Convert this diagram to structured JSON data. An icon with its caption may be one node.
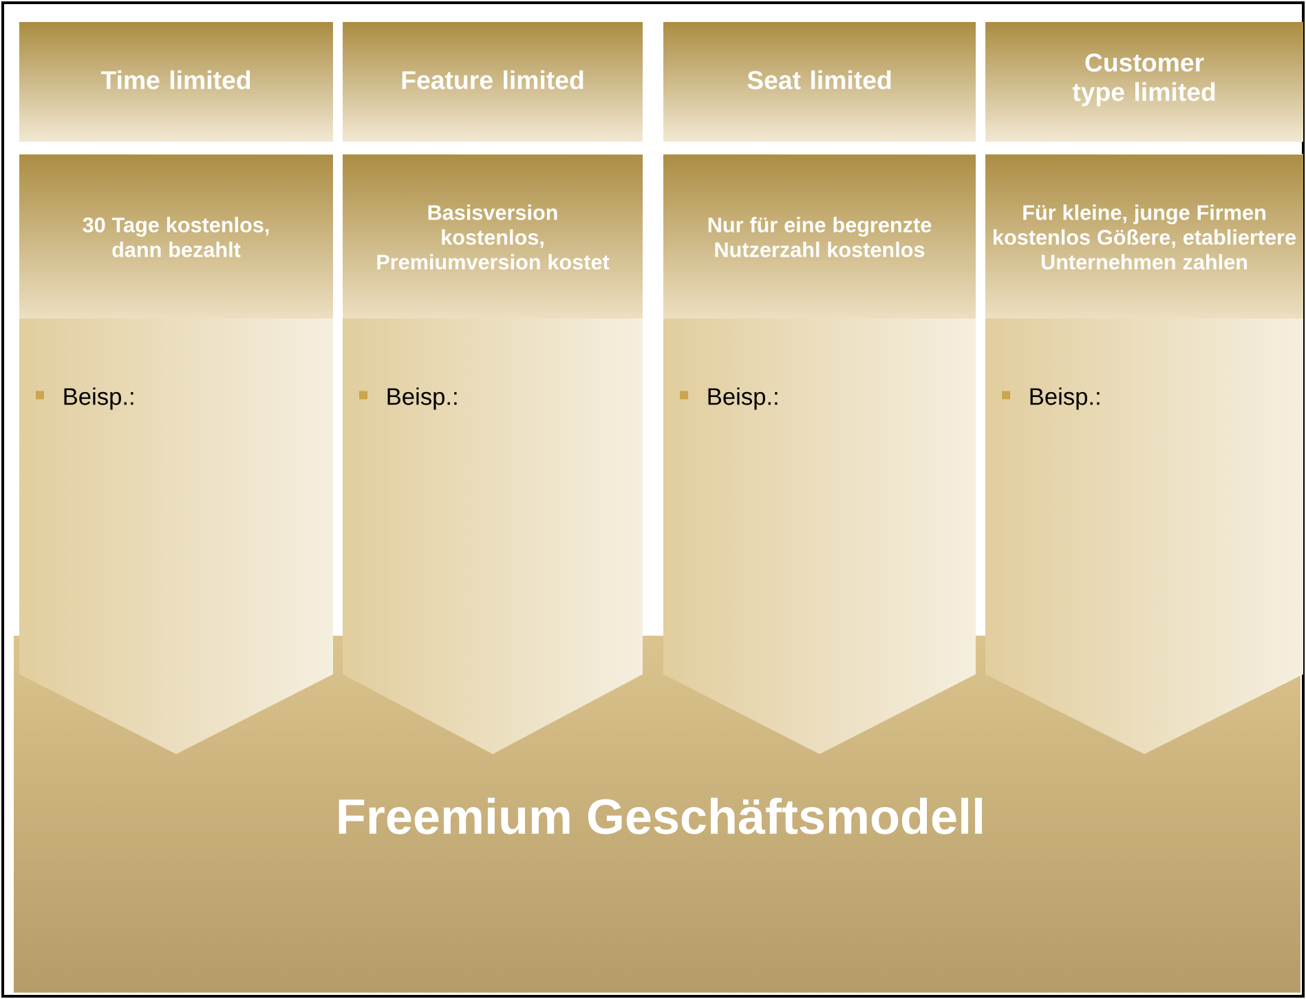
{
  "diagram": {
    "nodes": [
      {
        "text": [
          "Time limited"
        ]
      },
      {
        "text": [
          "Feature limited"
        ]
      },
      {
        "text": [
          "Seat limited"
        ]
      },
      {
        "text": [
          "Customer type limited"
        ]
      },
      {
        "text": [
          "30 Tage kostenlos, dann bezahlt",
          "Beisp.:"
        ]
      },
      {
        "text": [
          "Basisversion kostenlos, Premiumversion kostet",
          "Beisp.:"
        ]
      },
      {
        "text": [
          "Nur für eine begrenzte Nutzerzahl kostenlos",
          "Beisp.:"
        ]
      },
      {
        "text": [
          "Für kleine, junge Firmen kostenlos Gößere, etabliertere Unternehmen zahlen",
          "Beisp.:"
        ]
      },
      {
        "text": [
          "Freemium Geschäftsmodell"
        ]
      }
    ]
  }
}
